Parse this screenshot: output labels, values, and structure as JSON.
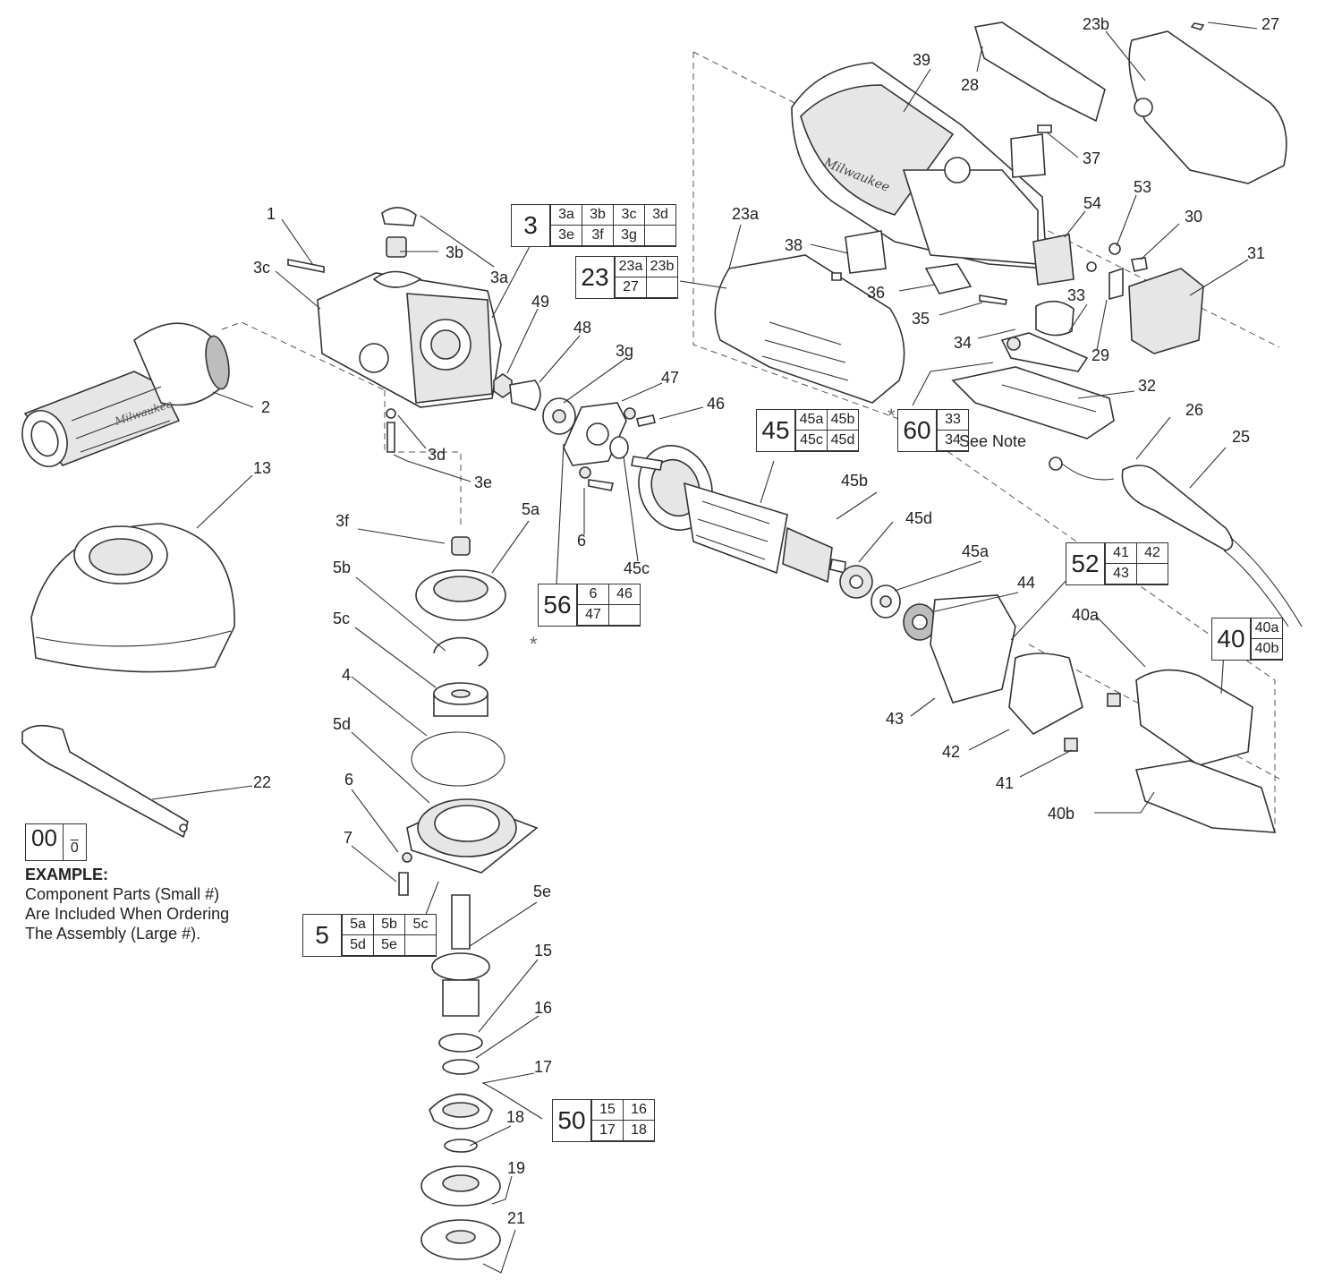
{
  "part_labels": [
    "1",
    "2",
    "3a",
    "3b",
    "3c",
    "3d",
    "3e",
    "3f",
    "3g",
    "4",
    "5a",
    "5b",
    "5c",
    "5d",
    "5e",
    "6",
    "6",
    "7",
    "13",
    "15",
    "16",
    "17",
    "18",
    "19",
    "21",
    "22",
    "23a",
    "23b",
    "25",
    "26",
    "27",
    "28",
    "29",
    "30",
    "31",
    "32",
    "33",
    "34",
    "35",
    "36",
    "37",
    "38",
    "39",
    "40a",
    "40b",
    "41",
    "42",
    "43",
    "44",
    "45a",
    "45b",
    "45c",
    "45d",
    "46",
    "47",
    "48",
    "49",
    "53",
    "54"
  ],
  "kits": [
    {
      "main": "3",
      "cells": [
        "3a",
        "3b",
        "3c",
        "3d",
        "3e",
        "3f",
        "3g",
        ""
      ]
    },
    {
      "main": "23",
      "cells": [
        "23a",
        "23b",
        "27",
        ""
      ]
    },
    {
      "main": "45",
      "cells": [
        "45a",
        "45b",
        "45c",
        "45d"
      ]
    },
    {
      "main": "60",
      "cells": [
        "33",
        "34"
      ]
    },
    {
      "main": "56",
      "cells": [
        "6",
        "46",
        "47",
        ""
      ]
    },
    {
      "main": "52",
      "cells": [
        "41",
        "42",
        "43",
        ""
      ]
    },
    {
      "main": "40",
      "cells": [
        "40a",
        "40b"
      ]
    },
    {
      "main": "5",
      "cells": [
        "5a",
        "5b",
        "5c",
        "5d",
        "5e",
        ""
      ]
    },
    {
      "main": "50",
      "cells": [
        "15",
        "16",
        "17",
        "18"
      ]
    }
  ],
  "see_note": "See Note",
  "asterisk": "*",
  "example": {
    "big": "00",
    "small": "0",
    "title": "EXAMPLE:",
    "line1": "Component Parts (Small #)",
    "line2": "Are Included When Ordering",
    "line3": "The Assembly (Large #)."
  },
  "brand_mark": "Milwaukee"
}
